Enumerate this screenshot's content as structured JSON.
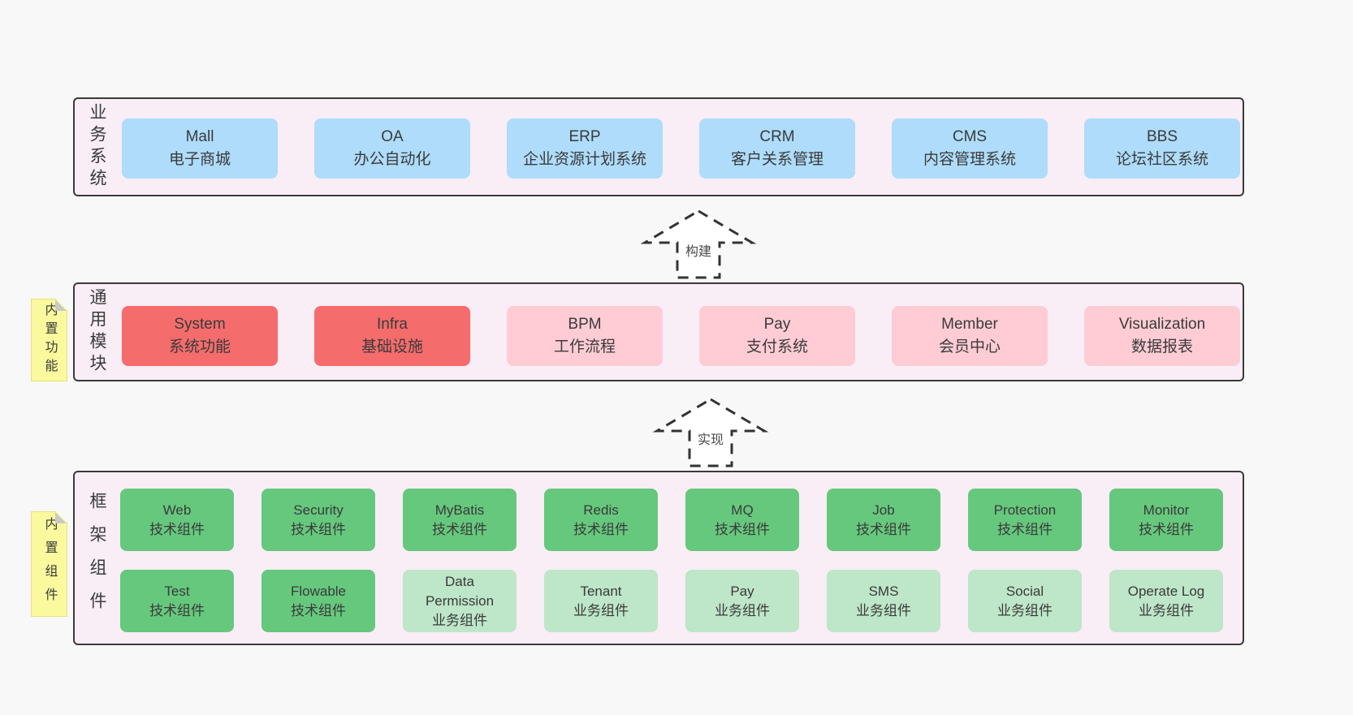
{
  "colors": {
    "page_bg": "#f8f8f8",
    "panel_bg": "#f9edf6",
    "panel_border": "#3a3a3a",
    "node_blue": "#aedcfa",
    "node_red": "#f56c6c",
    "node_pink": "#ffccd5",
    "node_green": "#66c87d",
    "node_lightgreen": "#bee6c8",
    "sticky_yellow": "#fbf99e",
    "text": "#3a3a3a"
  },
  "layers": [
    {
      "label": "业务系统",
      "boxes": [
        {
          "name": "Mall",
          "desc": "电子商城"
        },
        {
          "name": "OA",
          "desc": "办公自动化"
        },
        {
          "name": "ERP",
          "desc": "企业资源计划系统"
        },
        {
          "name": "CRM",
          "desc": "客户关系管理"
        },
        {
          "name": "CMS",
          "desc": "内容管理系统"
        },
        {
          "name": "BBS",
          "desc": "论坛社区系统"
        }
      ]
    },
    {
      "label": "通用模块",
      "sticky": "内置功能",
      "boxes": [
        {
          "name": "System",
          "desc": "系统功能"
        },
        {
          "name": "Infra",
          "desc": "基础设施"
        },
        {
          "name": "BPM",
          "desc": "工作流程"
        },
        {
          "name": "Pay",
          "desc": "支付系统"
        },
        {
          "name": "Member",
          "desc": "会员中心"
        },
        {
          "name": "Visualization",
          "desc": "数据报表"
        }
      ]
    },
    {
      "label": "框架组件",
      "sticky": "内置组件",
      "rows": [
        [
          {
            "name": "Web",
            "desc": "技术组件"
          },
          {
            "name": "Security",
            "desc": "技术组件"
          },
          {
            "name": "MyBatis",
            "desc": "技术组件"
          },
          {
            "name": "Redis",
            "desc": "技术组件"
          },
          {
            "name": "MQ",
            "desc": "技术组件"
          },
          {
            "name": "Job",
            "desc": "技术组件"
          },
          {
            "name": "Protection",
            "desc": "技术组件"
          },
          {
            "name": "Monitor",
            "desc": "技术组件"
          }
        ],
        [
          {
            "name": "Test",
            "desc": "技术组件"
          },
          {
            "name": "Flowable",
            "desc": "技术组件"
          },
          {
            "name": "Data Permission",
            "desc": "业务组件"
          },
          {
            "name": "Tenant",
            "desc": "业务组件"
          },
          {
            "name": "Pay",
            "desc": "业务组件"
          },
          {
            "name": "SMS",
            "desc": "业务组件"
          },
          {
            "name": "Social",
            "desc": "业务组件"
          },
          {
            "name": "Operate Log",
            "desc": "业务组件"
          }
        ]
      ]
    }
  ],
  "arrows": [
    {
      "label": "构建"
    },
    {
      "label": "实现"
    }
  ]
}
